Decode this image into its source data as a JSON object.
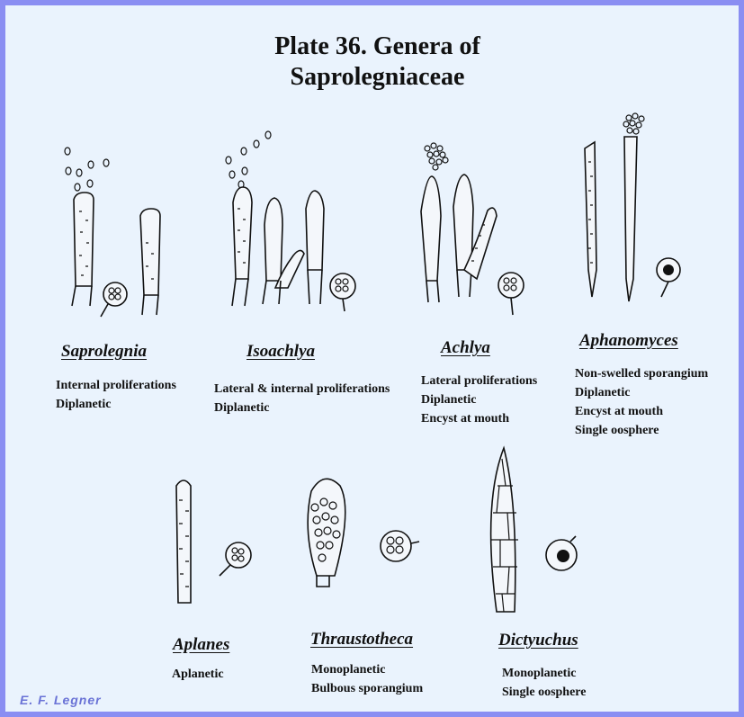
{
  "title": {
    "line1": "Plate 36.  Genera of",
    "line2": "Saprolegniaceae"
  },
  "genera": [
    {
      "name": "Saprolegnia",
      "lines": [
        "Internal proliferations",
        "Diplanetic"
      ]
    },
    {
      "name": "Isoachlya",
      "lines": [
        "Lateral & internal proliferations",
        "Diplanetic"
      ]
    },
    {
      "name": "Achlya",
      "lines": [
        "Lateral proliferations",
        "Diplanetic",
        "Encyst at mouth"
      ]
    },
    {
      "name": "Aphanomyces",
      "lines": [
        "Non-swelled sporangium",
        "Diplanetic",
        "Encyst at mouth",
        "Single oosphere"
      ]
    },
    {
      "name": "Aplanes",
      "lines": [
        "Aplanetic"
      ]
    },
    {
      "name": "Thraustotheca",
      "lines": [
        "Monoplanetic",
        "Bulbous sporangium"
      ]
    },
    {
      "name": "Dictyuchus",
      "lines": [
        "Monoplanetic",
        "Single oosphere"
      ]
    }
  ],
  "credit": "E. F. Legner",
  "colors": {
    "background": "#eaf3fd",
    "border": "#8a8ef2",
    "credit": "#6a73d6"
  }
}
